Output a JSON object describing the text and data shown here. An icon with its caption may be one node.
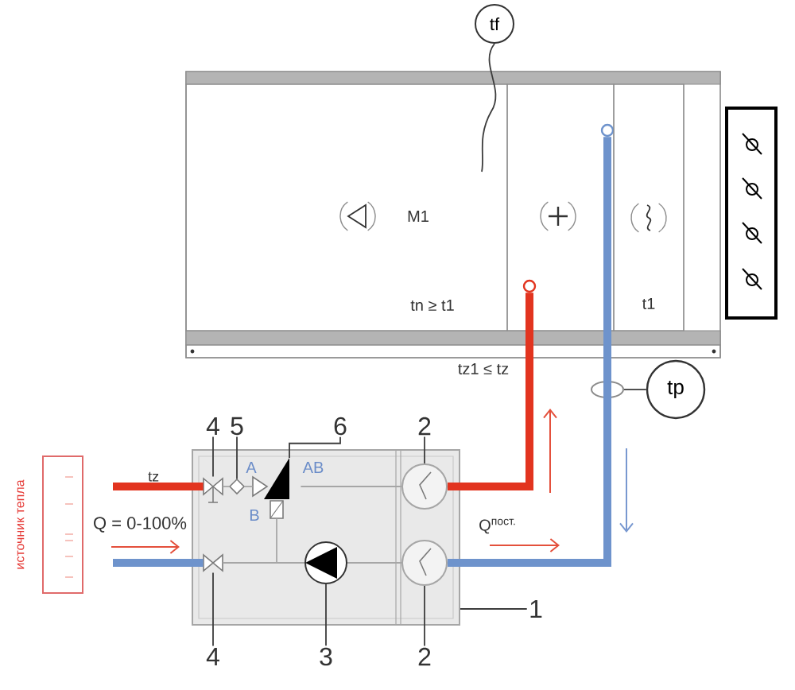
{
  "diagram": {
    "nodes": [
      {
        "text": [
          "tf"
        ]
      },
      {
        "text": [],
        "shape": "box"
      },
      {
        "text": [
          "M1",
          "tn ≥ t1"
        ],
        "in": 1
      },
      {
        "text": [],
        "shape": "box",
        "in": 1
      },
      {
        "text": [],
        "shape": "circle",
        "in": 3
      },
      {
        "text": [],
        "shape": "circle",
        "in": 3
      },
      {
        "text": [
          "t1"
        ],
        "in": 1
      },
      {
        "text": [
          "tp"
        ]
      },
      {
        "text": [],
        "shape": "ellipse"
      },
      {
        "text": [
          "источник тепла"
        ]
      },
      {
        "text": [
          "4"
        ]
      },
      {
        "text": [
          "5"
        ]
      },
      {
        "text": [
          "6"
        ]
      },
      {
        "text": [
          "2"
        ]
      },
      {
        "text": [],
        "shape": "box"
      },
      {
        "text": [],
        "shape": "valve",
        "in": 14
      },
      {
        "text": [],
        "shape": "valve",
        "in": 14
      },
      {
        "text": [],
        "shape": "valve",
        "in": 14
      },
      {
        "text": [],
        "shape": "circle",
        "in": 14
      },
      {
        "text": [],
        "shape": "valve",
        "in": 14
      },
      {
        "text": [],
        "shape": "circle",
        "in": 14
      },
      {
        "text": [],
        "shape": "circle",
        "in": 14
      },
      {
        "text": [
          "1"
        ]
      },
      {
        "text": [
          "4"
        ]
      },
      {
        "text": [
          "3"
        ]
      },
      {
        "text": [
          "2"
        ]
      }
    ],
    "edges": [
      {
        "from": 0,
        "to": 2,
        "arrow": "none"
      },
      {
        "from": 7,
        "to": 8,
        "arrow": "none"
      },
      {
        "from": null,
        "to": 15,
        "arrow": "none",
        "label": "tz",
        "style": "thick",
        "color": "#e2341f"
      },
      {
        "from": 19,
        "to": null,
        "arrow": "none",
        "style": "thick",
        "color": "#6e93cc"
      },
      {
        "from": 15,
        "to": 16,
        "arrow": "none",
        "color": "#a6a6a6"
      },
      {
        "from": 16,
        "to": 17,
        "arrow": "none",
        "color": "#a6a6a6"
      },
      {
        "from": 17,
        "to": 18,
        "arrow": "none",
        "color": "#a6a6a6"
      },
      {
        "from": 21,
        "to": 20,
        "arrow": "none",
        "color": "#a6a6a6"
      },
      {
        "from": 20,
        "to": 19,
        "arrow": "none",
        "color": "#a6a6a6"
      },
      {
        "from": 20,
        "to": 17,
        "arrow": "none",
        "color": "#a6a6a6"
      },
      {
        "from": 18,
        "to": 5,
        "arrow": "none",
        "style": "thick",
        "color": "#e2341f"
      },
      {
        "from": 21,
        "to": 4,
        "arrow": "none",
        "style": "thick",
        "color": "#6e93cc"
      },
      {
        "from": 10,
        "to": 15,
        "arrow": "none"
      },
      {
        "from": 11,
        "to": 16,
        "arrow": "none"
      },
      {
        "from": 12,
        "to": 17,
        "arrow": "none"
      },
      {
        "from": 13,
        "to": 18,
        "arrow": "none"
      },
      {
        "from": 22,
        "to": 14,
        "arrow": "none"
      },
      {
        "from": 23,
        "to": 19,
        "arrow": "none"
      },
      {
        "from": 24,
        "to": 20,
        "arrow": "none"
      },
      {
        "from": 25,
        "to": 21,
        "arrow": "none"
      }
    ],
    "labels": [
      "tz1 ≤ tz",
      "A",
      "AB",
      "B",
      "Q = 0-100%",
      "Q$^{пост.}$"
    ]
  }
}
